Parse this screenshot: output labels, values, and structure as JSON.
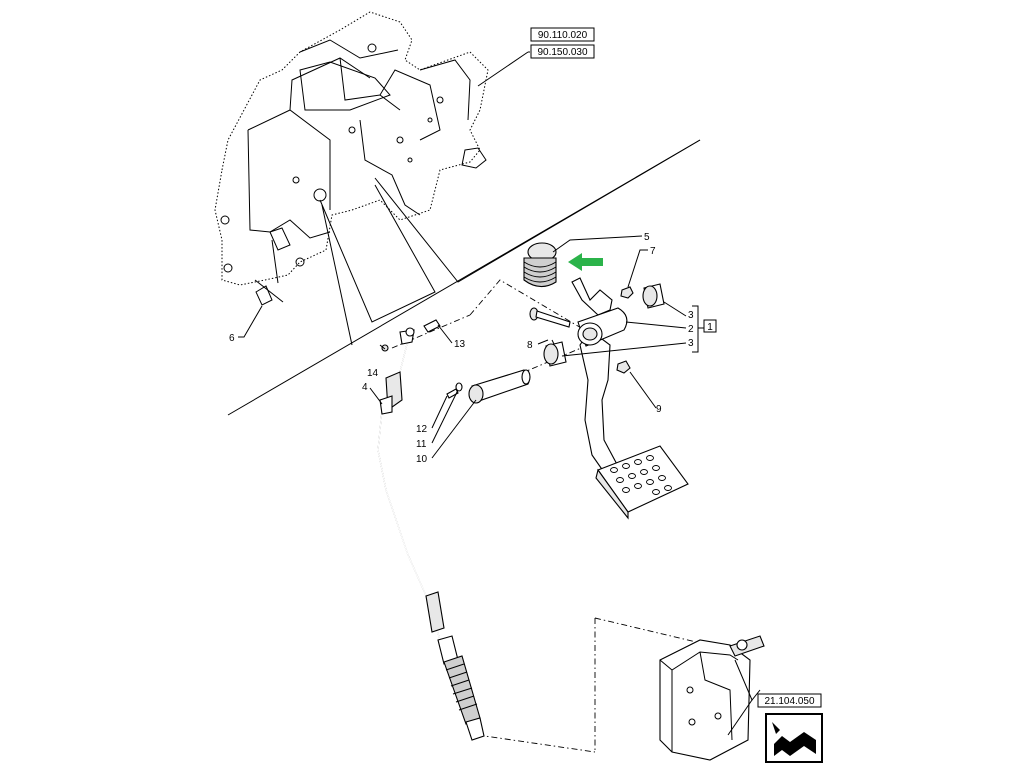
{
  "ref_boxes": {
    "ref_top_1": "90.110.020",
    "ref_top_2": "90.150.030",
    "ref_group": "1",
    "ref_bottom": "21.104.050"
  },
  "callouts": {
    "c1": "1",
    "c2": "2",
    "c3a": "3",
    "c3b": "3",
    "c4": "4",
    "c5": "5",
    "c6": "6",
    "c7": "7",
    "c8": "8",
    "c9": "9",
    "c10": "10",
    "c11": "11",
    "c12": "12",
    "c13": "13",
    "c14": "14"
  },
  "colors": {
    "arrow": "#2bb34a",
    "line": "#000000"
  },
  "icons": {
    "nav": "return-arrow-icon"
  }
}
